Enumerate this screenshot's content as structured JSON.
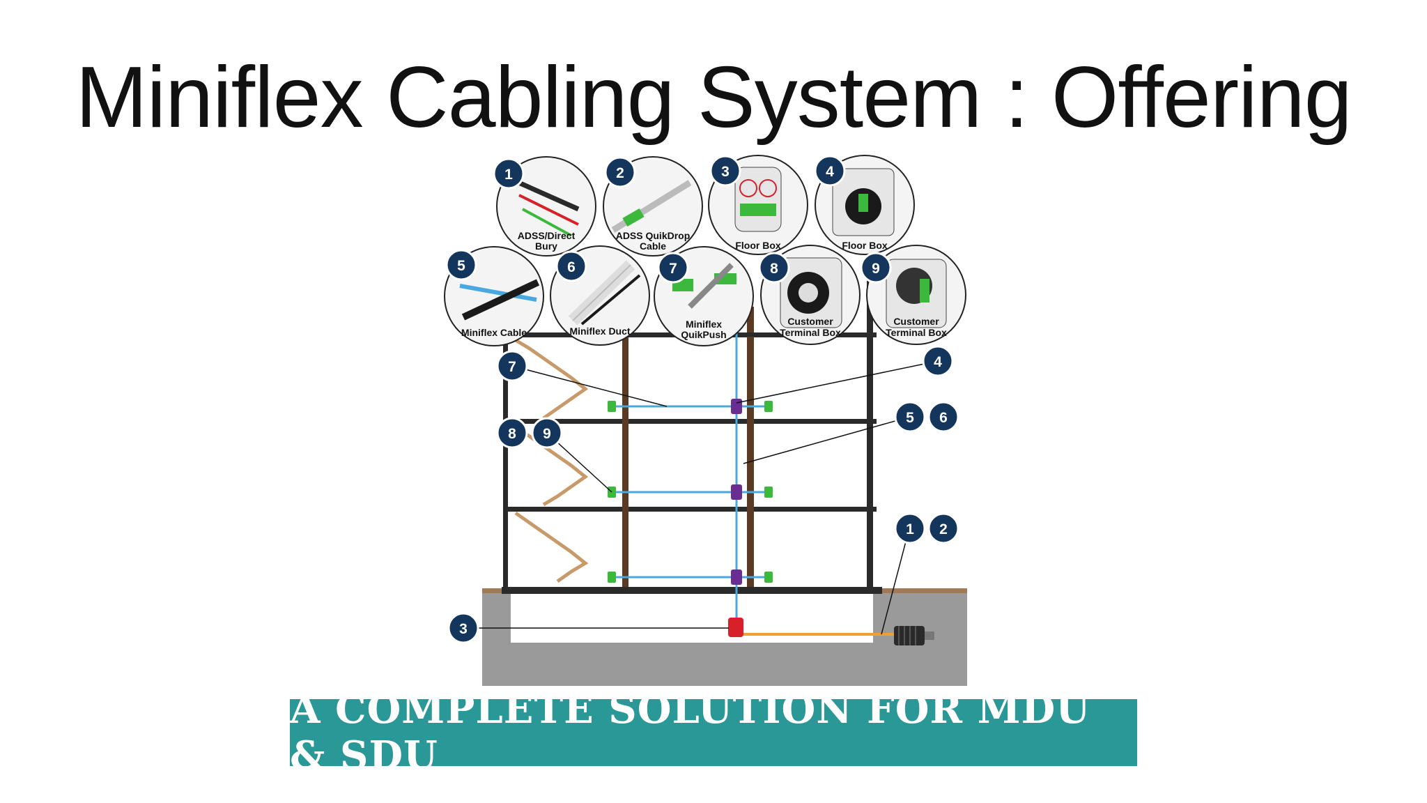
{
  "slide": {
    "title": "Miniflex Cabling System : Offering",
    "banner": "A COMPLETE SOLUTION FOR MDU & SDU"
  },
  "products": [
    {
      "num": "1",
      "label_line1": "ADSS/Direct",
      "label_line2": "Bury"
    },
    {
      "num": "2",
      "label_line1": "ADSS QuikDrop",
      "label_line2": "Cable"
    },
    {
      "num": "3",
      "label_line1": "Floor Box",
      "label_line2": ""
    },
    {
      "num": "4",
      "label_line1": "Floor Box",
      "label_line2": ""
    },
    {
      "num": "5",
      "label_line1": "Miniflex Cable",
      "label_line2": ""
    },
    {
      "num": "6",
      "label_line1": "Miniflex Duct",
      "label_line2": ""
    },
    {
      "num": "7",
      "label_line1": "Miniflex",
      "label_line2": "QuikPush"
    },
    {
      "num": "8",
      "label_line1": "Customer",
      "label_line2": "Terminal Box"
    },
    {
      "num": "9",
      "label_line1": "Customer",
      "label_line2": "Terminal Box"
    }
  ],
  "callouts": [
    "7",
    "4",
    "5",
    "6",
    "8",
    "9",
    "1",
    "2",
    "3"
  ],
  "colors": {
    "badge": "#14365c",
    "banner": "#2a9896",
    "fiber": "#4aa8e0",
    "drop": "#f0a030",
    "floor_box": "#6a2d91",
    "terminal": "#3cb83c",
    "basement_box": "#d8202a",
    "column": "#5a3a22",
    "stair": "#c89a6a",
    "ground": "#9a9a9a"
  }
}
